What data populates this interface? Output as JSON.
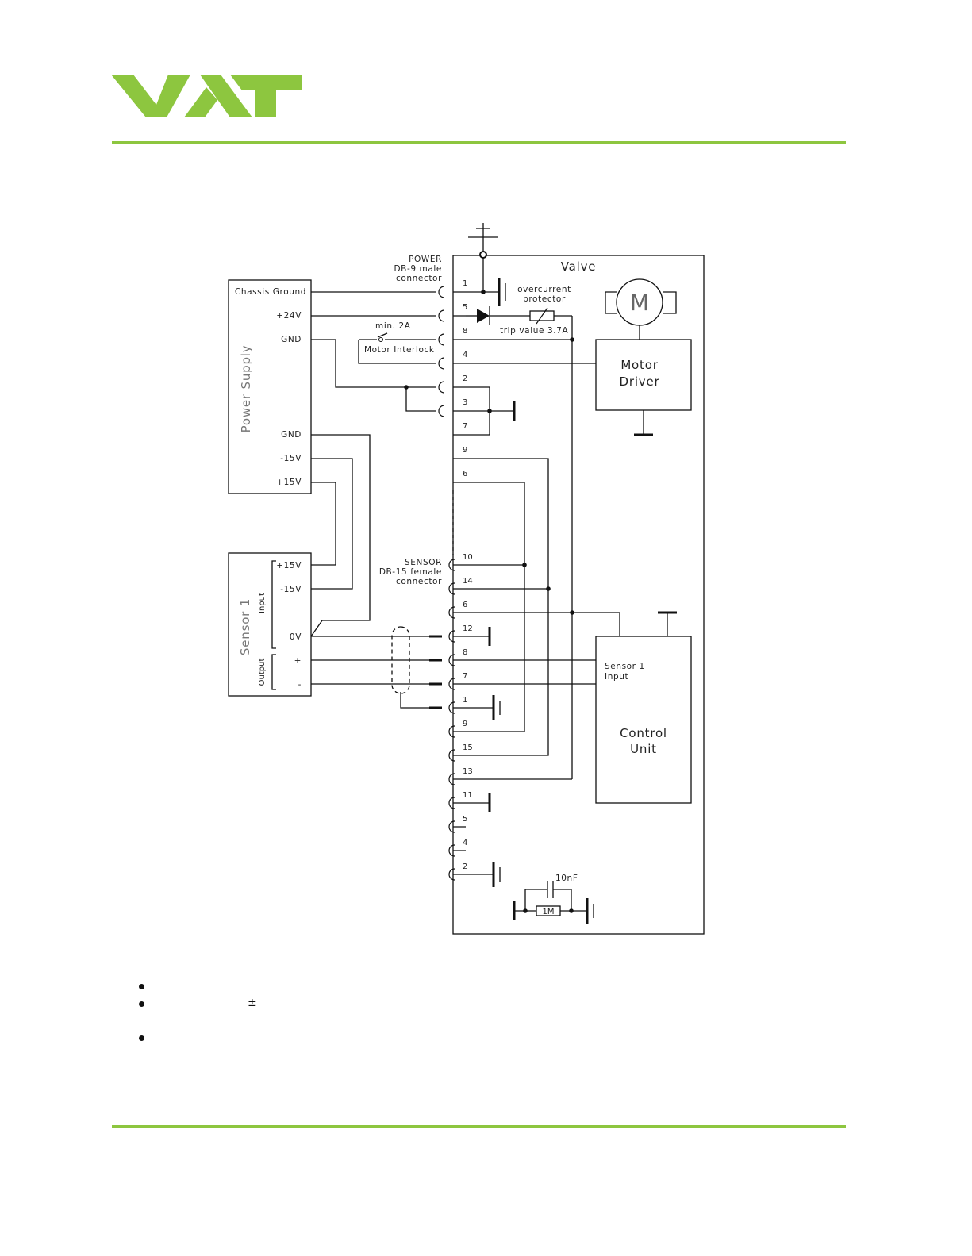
{
  "brand": {
    "logo_text": "VAT",
    "accent": "#8dc63f"
  },
  "diagram": {
    "valve_title": "Valve",
    "power_connector": [
      "POWER",
      "DB-9 male",
      "connector"
    ],
    "sensor_connector": [
      "SENSOR",
      "DB-15 female",
      "connector"
    ],
    "power_supply": {
      "title": "Power Supply",
      "terminals": [
        "Chassis Ground",
        "+24V",
        "GND",
        "GND",
        "-15V",
        "+15V"
      ]
    },
    "sensor": {
      "title": "Sensor 1",
      "input_label": "Input",
      "output_label": "Output",
      "terminals": [
        "+15V",
        "-15V",
        "0V",
        "+",
        "-"
      ]
    },
    "interlock": {
      "rating": "min. 2A",
      "label": "Motor Interlock"
    },
    "overcurrent": [
      "overcurrent",
      "protector"
    ],
    "trip_value": "trip value 3.7A",
    "motor_symbol": "M",
    "motor_driver": [
      "Motor",
      "Driver"
    ],
    "control_unit": [
      "Control",
      "Unit"
    ],
    "sensor_input": [
      "Sensor 1",
      "Input"
    ],
    "capacitor": "10nF",
    "resistor": "1M",
    "power_pins": [
      "1",
      "5",
      "8",
      "4",
      "2",
      "3",
      "7",
      "9",
      "6"
    ],
    "sensor_pins": [
      "10",
      "14",
      "6",
      "12",
      "8",
      "7",
      "1",
      "9",
      "15",
      "13",
      "11",
      "5",
      "4",
      "2"
    ]
  },
  "notes": {
    "plus_minus": "±"
  }
}
